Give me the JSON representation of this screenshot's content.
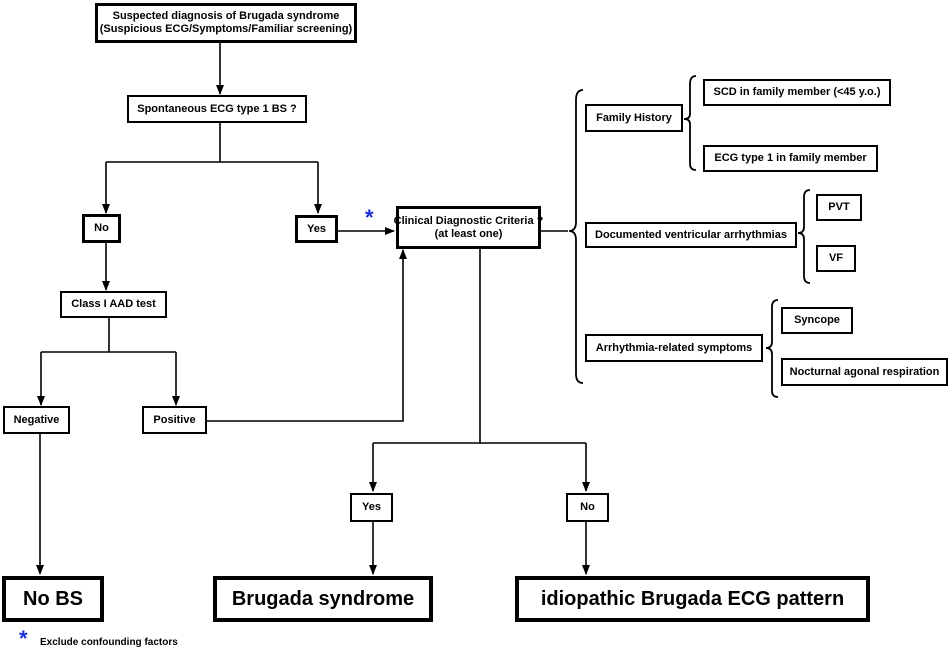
{
  "nodes": {
    "suspected_line1": "Suspected diagnosis of Brugada syndrome",
    "suspected_line2": "(Suspicious ECG/Symptoms/Familiar screening)",
    "spontaneous": "Spontaneous ECG type 1 BS ?",
    "no_top": "No",
    "yes_top": "Yes",
    "class_aad": "Class I AAD test",
    "negative": "Negative",
    "positive": "Positive",
    "clinical_line1": "Clinical Diagnostic Criteria ?",
    "clinical_line2": "(at least one)",
    "yes_bottom": "Yes",
    "no_bottom": "No",
    "no_bs": "No BS",
    "brugada_syndrome": "Brugada syndrome",
    "idiopathic": "idiopathic Brugada ECG pattern"
  },
  "criteria": {
    "family_history": "Family History",
    "scd": "SCD in family member (<45 y.o.)",
    "ecg_type1_family": "ECG type 1 in family member",
    "ventricular": "Documented ventricular arrhythmias",
    "pvt": "PVT",
    "vf": "VF",
    "symptoms": "Arrhythmia-related symptoms",
    "syncope": "Syncope",
    "nocturnal": "Nocturnal agonal respiration"
  },
  "footnote": {
    "marker": "*",
    "text": "Exclude confounding factors"
  },
  "colors": {
    "asterisk": "#1a2fd6"
  }
}
